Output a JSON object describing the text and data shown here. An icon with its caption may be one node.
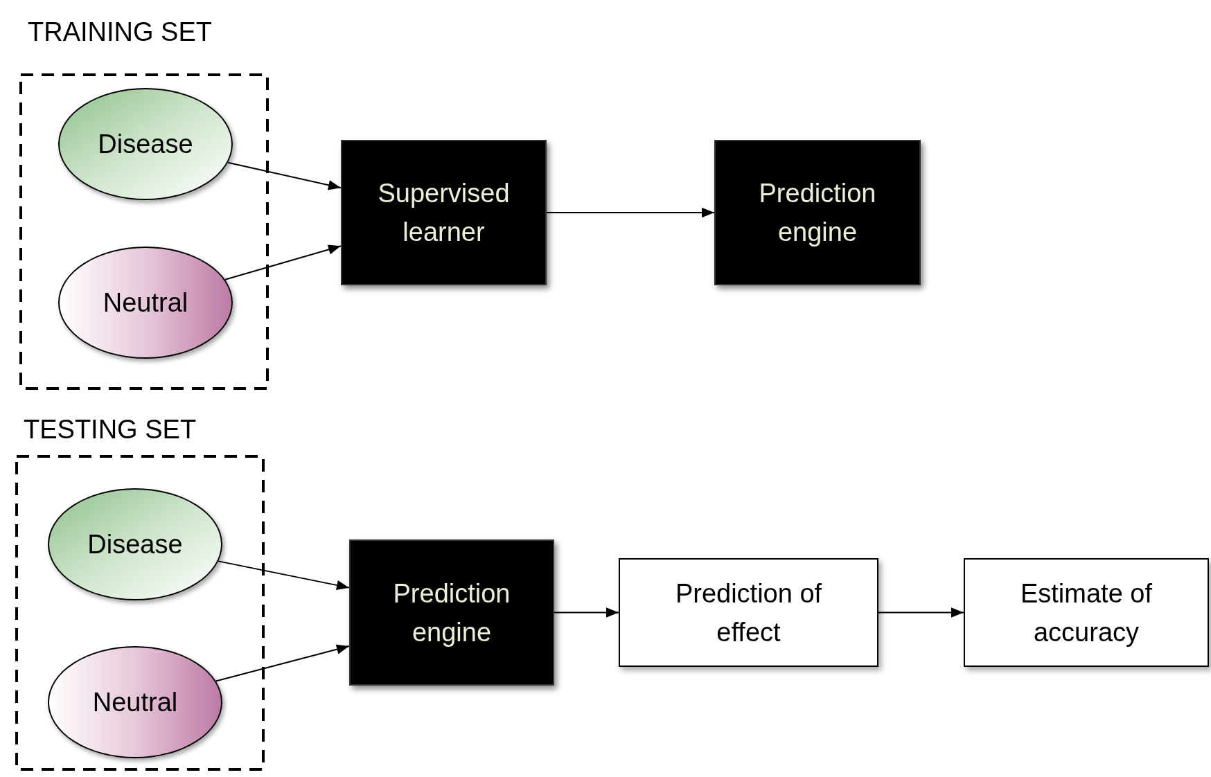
{
  "diagram": {
    "nodes": [
      {
        "text": [
          "TRAINING SET"
        ]
      },
      {
        "text": [
          "Disease"
        ],
        "in": 0
      },
      {
        "text": [
          "Neutral"
        ],
        "in": 0
      },
      {
        "text": [
          "Supervised learner"
        ]
      },
      {
        "text": [
          "Prediction engine"
        ]
      },
      {
        "text": [
          "TESTING SET"
        ]
      },
      {
        "text": [
          "Disease"
        ],
        "in": 5
      },
      {
        "text": [
          "Neutral"
        ],
        "in": 5
      },
      {
        "text": [
          "Prediction engine"
        ]
      },
      {
        "text": [
          "Prediction of effect"
        ]
      },
      {
        "text": [
          "Estimate of accuracy"
        ]
      }
    ],
    "edges": [
      {
        "from": 1,
        "to": 3,
        "arrow": "to"
      },
      {
        "from": 2,
        "to": 3,
        "arrow": "to"
      },
      {
        "from": 3,
        "to": 4,
        "arrow": "to"
      },
      {
        "from": 6,
        "to": 8,
        "arrow": "to"
      },
      {
        "from": 7,
        "to": 8,
        "arrow": "to"
      },
      {
        "from": 8,
        "to": 9,
        "arrow": "to"
      },
      {
        "from": 9,
        "to": 10,
        "arrow": "to"
      }
    ]
  }
}
